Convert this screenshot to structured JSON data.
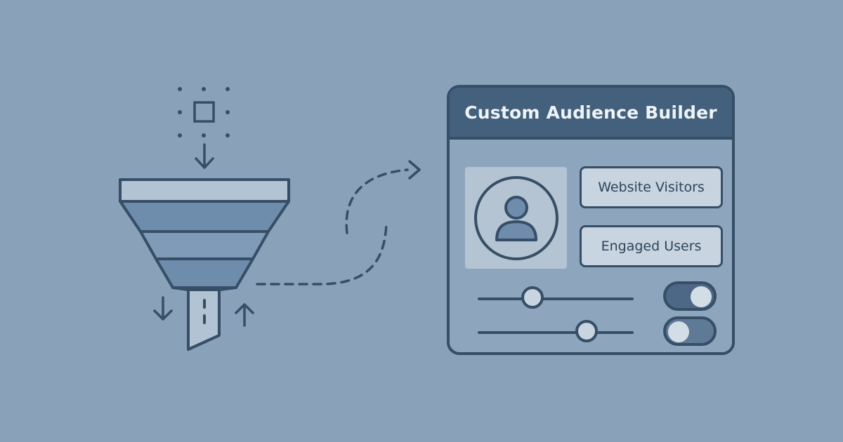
{
  "panel": {
    "title": "Custom Audience Builder",
    "chips": [
      {
        "label": "Website Visitors"
      },
      {
        "label": "Engaged Users"
      }
    ],
    "sliders": [
      {
        "value": 0.35
      },
      {
        "value": 0.7
      }
    ],
    "toggles": [
      {
        "on": true
      },
      {
        "on": false
      }
    ]
  },
  "icons": {
    "funnel": "funnel-icon",
    "data_point": "square-icon",
    "user": "user-icon"
  },
  "colors": {
    "background": "#8aa2b9",
    "outline": "#364e66",
    "header": "#43607d",
    "funnel_band": "#6e8cab",
    "chip_fill": "#c8d4df"
  }
}
